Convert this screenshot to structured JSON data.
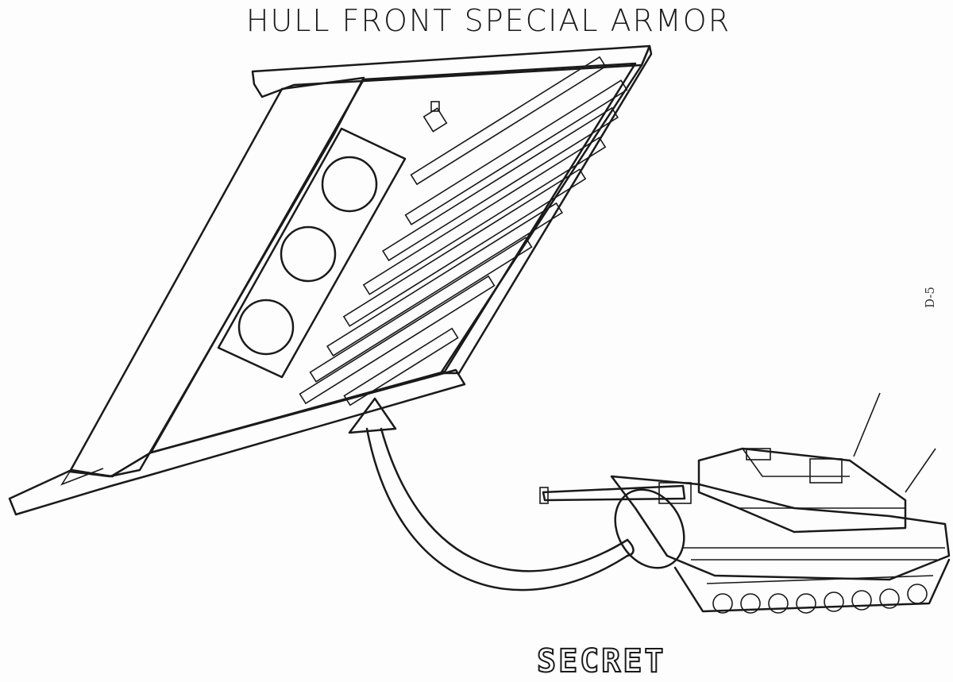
{
  "document": {
    "title": "HULL FRONT SPECIAL ARMOR",
    "page_number": "D-5",
    "classification": "SECRET"
  },
  "diagram": {
    "style": "black line drawing with diagonal hatching",
    "ink_color": "#1a1a1a",
    "paper_color": "#fdfdfd",
    "components": [
      "outer armor casing",
      "thick backing slab",
      "perforated plate with three round holes",
      "stack of angled armor plates",
      "curved arrow pointer",
      "main battle tank",
      "magnified region on tank hull front"
    ]
  }
}
